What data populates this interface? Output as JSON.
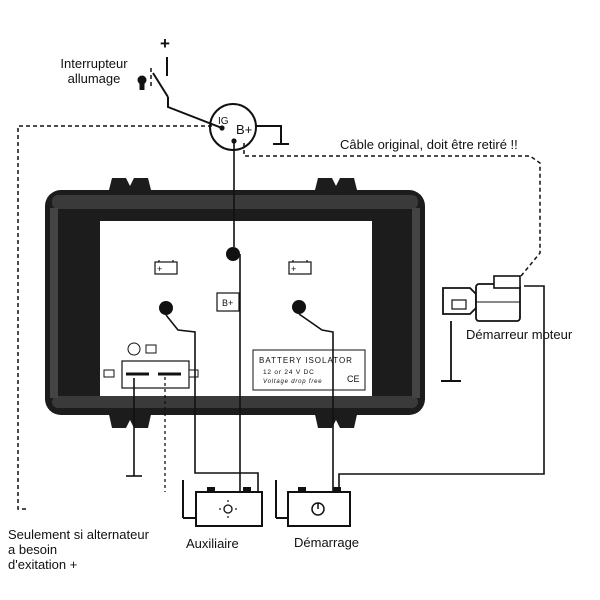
{
  "labels": {
    "ignition_switch_line1": "Interrupteur",
    "ignition_switch_line2": "allumage",
    "plus_sign": "+",
    "original_cable": "Câble original, doit être retiré !!",
    "starter_motor": "Démarreur moteur",
    "auxiliary": "Auxiliaire",
    "starting": "Démarrage",
    "note_line1": "Seulement si alternateur",
    "note_line2": "a besoin",
    "note_line3": "d'exitation +"
  },
  "alternator": {
    "terminal_ig": "IG",
    "terminal_b": "B+"
  },
  "isolator": {
    "title": "BATTERY ISOLATOR",
    "voltage": "12 or 24 V DC",
    "subtitle": "Voltage drop free",
    "ce_mark": "CE",
    "center_terminal_label": "B+"
  },
  "colors": {
    "case_dark": "#1c1c1c",
    "panel": "#ffffff",
    "wire": "#111111"
  }
}
